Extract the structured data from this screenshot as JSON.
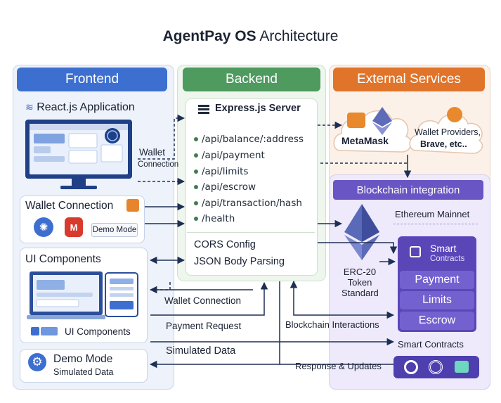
{
  "title": {
    "bold": "AgentPay OS",
    "rest": "Architecture"
  },
  "frontend": {
    "header": "Frontend",
    "react_label": "React.js Application",
    "wallet_connection": {
      "title": "Wallet Connection",
      "demo_mode_chip": "Demo Mode"
    },
    "ui_components": {
      "title": "UI Components",
      "footer": "UI Components"
    },
    "demo_mode": {
      "title": "Demo Mode",
      "subtitle": "Simulated Data"
    }
  },
  "backend": {
    "header": "Backend",
    "server_title": "Express.js Server",
    "endpoints": [
      "/api/balance/:address",
      "/api/payment",
      "/api/limits",
      "/api/escrow",
      "/api/transaction/hash",
      "/health"
    ],
    "config": [
      "CORS Config",
      "JSON Body Parsing"
    ]
  },
  "external": {
    "header": "External Services",
    "metamask": "MetaMask",
    "wallet_providers": [
      "Wallet Providers,",
      "Brave, etc.."
    ]
  },
  "blockchain": {
    "header": "Blockchain integration",
    "network": "Ethereum Mainnet",
    "token_label": [
      "ERC-20",
      "Token",
      "Standard"
    ],
    "smart_contracts_box": {
      "title": "Smart",
      "subtitle": "Contracts",
      "items": [
        "Payment",
        "Limits",
        "Escrow"
      ]
    },
    "smart_contracts_footer": "Smart Contracts"
  },
  "flows": {
    "wallet_connection_top": [
      "Wallet",
      "Connection"
    ],
    "wallet_connection": "Wallet Connection",
    "payment_request": "Payment Request",
    "simulated_data": "Simulated Data",
    "blockchain_interactions": "Blockchain Interactions",
    "response_updates": "Response & Updates"
  },
  "colors": {
    "frontend": "#3d6fd0",
    "backend": "#4e9a5f",
    "external": "#e0742a",
    "blockchain": "#6a55c4",
    "contracts": "#5b46b8"
  },
  "icons": [
    "react-icon",
    "metamask-fox-icon",
    "brave-icon",
    "ethereum-icon",
    "server-icon",
    "contract-icon",
    "gear-icon",
    "component-icon"
  ]
}
